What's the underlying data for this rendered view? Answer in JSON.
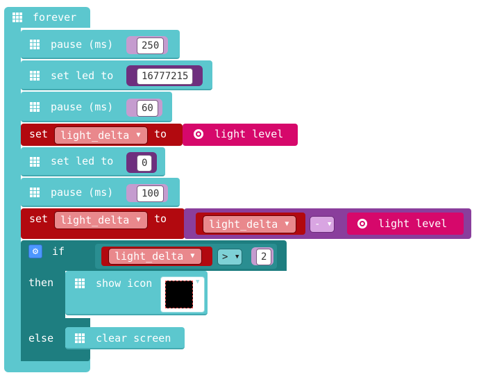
{
  "forever": {
    "label": "forever"
  },
  "blocks": {
    "pause1": {
      "label": "pause (ms)",
      "value": "250"
    },
    "setled1": {
      "label": "set led to",
      "value": "16777215"
    },
    "pause2": {
      "label": "pause (ms)",
      "value": "60"
    },
    "set1": {
      "set_label": "set",
      "variable": "light_delta",
      "to_label": "to",
      "sensor": "light level"
    },
    "setled2": {
      "label": "set led to",
      "value": "0"
    },
    "pause3": {
      "label": "pause (ms)",
      "value": "100"
    },
    "set2": {
      "set_label": "set",
      "variable": "light_delta",
      "to_label": "to",
      "inner_variable": "light_delta",
      "operator": "-",
      "sensor": "light level"
    },
    "if_block": {
      "if_label": "if",
      "variable": "light_delta",
      "comparator": ">",
      "value": "2",
      "then_label": "then",
      "else_label": "else"
    },
    "show_icon": {
      "label": "show icon"
    },
    "clear_screen": {
      "label": "clear screen"
    }
  },
  "colors": {
    "basic": "#5CC7CE",
    "variables": "#B2090F",
    "input": "#D6086B",
    "math": "#8A3E9C",
    "logic": "#1E7E80"
  },
  "icons": [
    "grid-icon",
    "light-sensor-icon",
    "gear-icon",
    "dropdown-caret-icon",
    "led-matrix-icon"
  ]
}
